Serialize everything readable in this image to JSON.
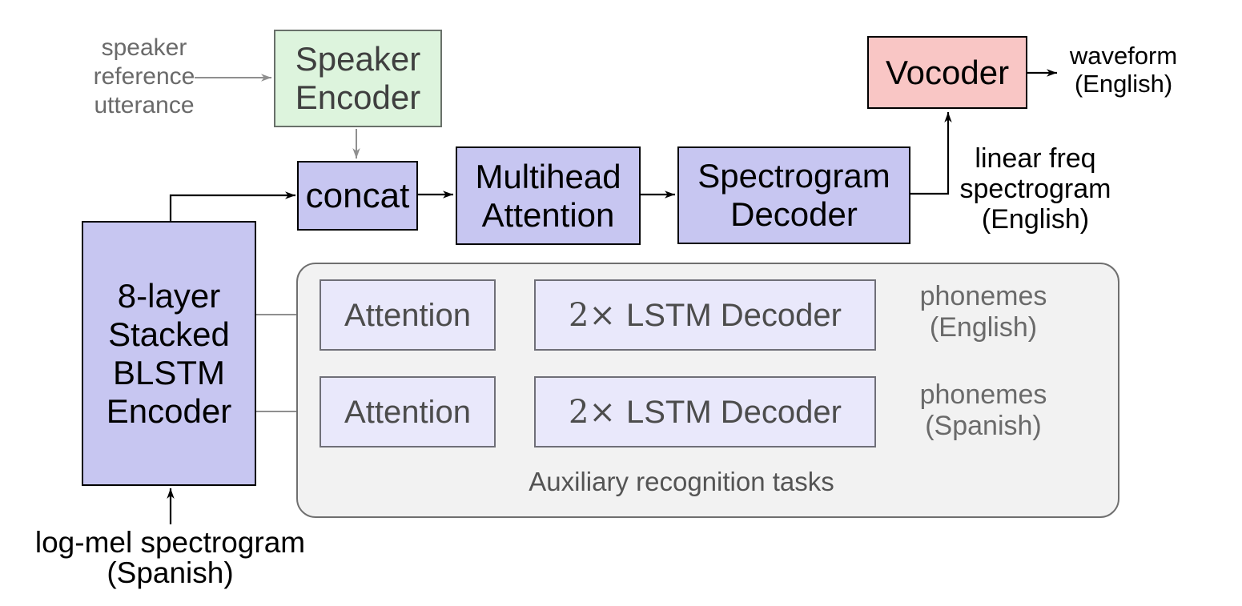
{
  "palette": {
    "main_box_fill": "#c7c6f1",
    "aux_box_fill": "#e9e8fb",
    "speaker_encoder_fill": "#ddf4dd",
    "vocoder_fill": "#f9c6c5",
    "aux_container_fill": "#f2f2f2",
    "black_stroke": "#000000",
    "gray_stroke": "#8f8f8f",
    "gray_text": "#6a6a6a"
  },
  "nodes": {
    "speaker_encoder": {
      "lines": [
        "Speaker",
        "Encoder"
      ]
    },
    "concat": {
      "label": "concat"
    },
    "multihead_attention": {
      "lines": [
        "Multihead",
        "Attention"
      ]
    },
    "spectrogram_decoder": {
      "lines": [
        "Spectrogram",
        "Decoder"
      ]
    },
    "vocoder": {
      "label": "Vocoder"
    },
    "blstm_encoder": {
      "lines": [
        "8-layer",
        "Stacked",
        "BLSTM",
        "Encoder"
      ]
    },
    "attention_english": {
      "label": "Attention"
    },
    "attention_spanish": {
      "label": "Attention"
    },
    "lstm_decoder_english": {
      "prefix": "2×",
      "label": "LSTM Decoder"
    },
    "lstm_decoder_spanish": {
      "prefix": "2×",
      "label": "LSTM Decoder"
    }
  },
  "labels": {
    "speaker_reference": {
      "lines": [
        "speaker",
        "reference",
        "utterance"
      ]
    },
    "waveform_english": {
      "lines": [
        "waveform",
        "(English)"
      ]
    },
    "linear_freq_spectrogram": {
      "lines": [
        "linear freq",
        "spectrogram",
        "(English)"
      ]
    },
    "log_mel_spectrogram": {
      "lines": [
        "log-mel spectrogram",
        "(Spanish)"
      ]
    },
    "phonemes_english": {
      "lines": [
        "phonemes",
        "(English)"
      ]
    },
    "phonemes_spanish": {
      "lines": [
        "phonemes",
        "(Spanish)"
      ]
    },
    "aux_caption": "Auxiliary recognition tasks"
  }
}
